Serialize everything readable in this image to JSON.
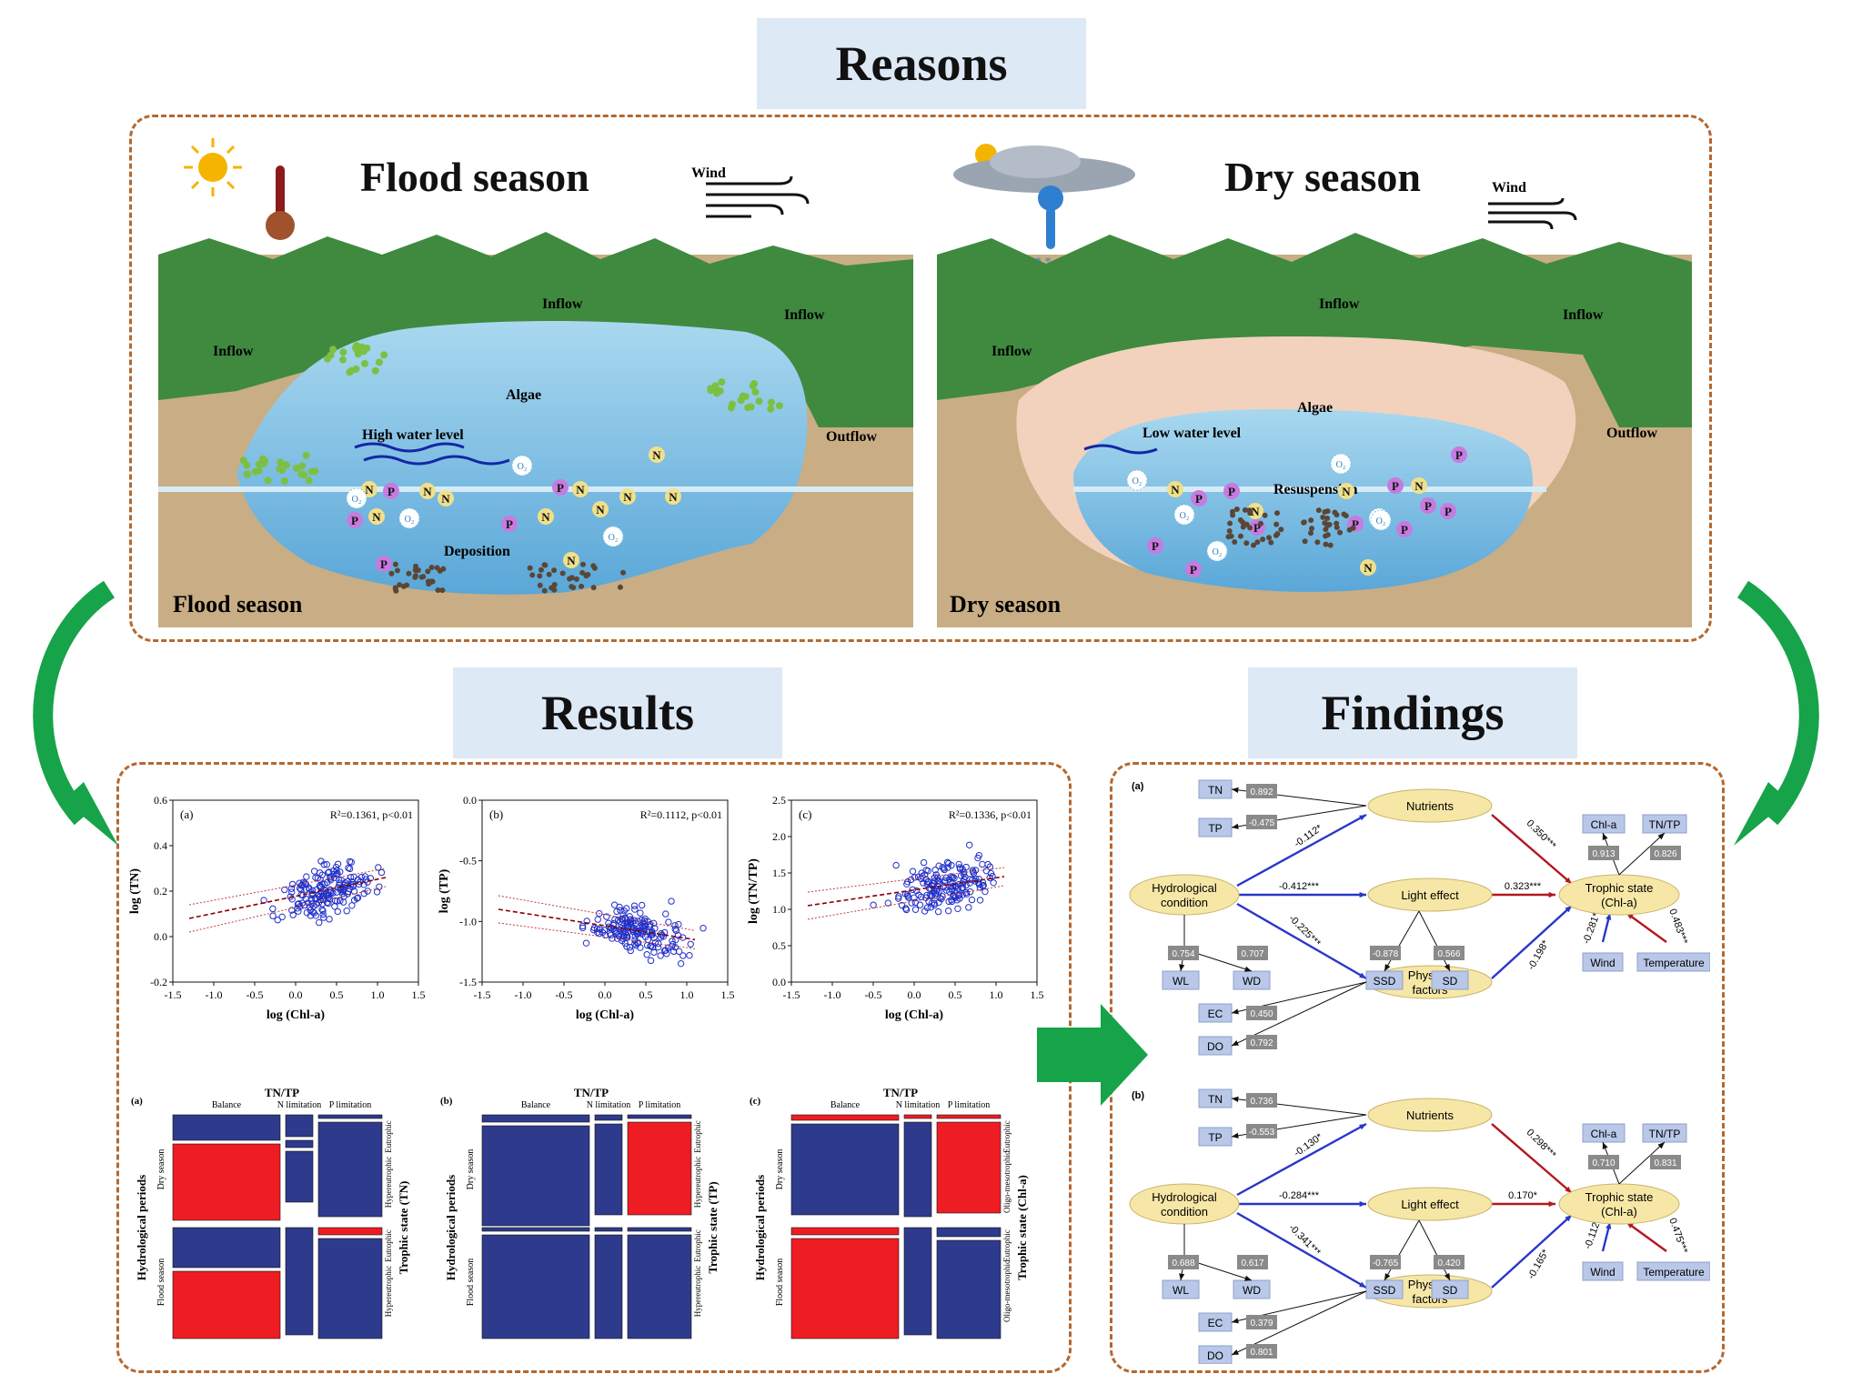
{
  "headers": {
    "reasons": "Reasons",
    "results": "Results",
    "findings": "Findings"
  },
  "flood": {
    "title": "Flood season",
    "corner": "Flood season",
    "wind": "Wind",
    "inflow": "Inflow",
    "outflow": "Outflow",
    "algae": "Algae",
    "water_level": "High water level",
    "process": "Deposition"
  },
  "dry": {
    "title": "Dry season",
    "corner": "Dry season",
    "wind": "Wind",
    "inflow": "Inflow",
    "outflow": "Outflow",
    "algae": "Algae",
    "water_level": "Low water level",
    "process": "Resuspension"
  },
  "colors": {
    "panel_border": "#b5682d",
    "header_bg": "#dde9f5",
    "arrow_green": "#16a34a",
    "mosaic_red": "#ee1d23",
    "mosaic_blue": "#2e3a8c",
    "scatter": "#1f2fc9",
    "node_fill": "#f7e7a6",
    "box_fill": "#b9c7e8",
    "coef_fill": "#8a8a8a"
  },
  "icons": [
    "sun-icon",
    "hot-thermometer-icon",
    "cloud-sun-icon",
    "cold-thermometer-icon",
    "wind-icon"
  ],
  "scatter_plots": [
    {
      "letter": "(a)",
      "r2": "R²=0.1361, p<0.01",
      "ylabel": "log (TN)",
      "xlabel": "log (Chl-a)",
      "yticks": [
        "0.6",
        "0.4",
        "0.2",
        "0.0",
        "-0.2"
      ],
      "xticks": [
        "-1.5",
        "-1.0",
        "-0.5",
        "0.0",
        "0.5",
        "1.0",
        "1.5"
      ]
    },
    {
      "letter": "(b)",
      "r2": "R²=0.1112, p<0.01",
      "ylabel": "log (TP)",
      "xlabel": "log (Chl-a)",
      "yticks": [
        "0.0",
        "-0.5",
        "-1.0",
        "-1.5"
      ],
      "xticks": [
        "-1.5",
        "-1.0",
        "-0.5",
        "0.0",
        "0.5",
        "1.0",
        "1.5"
      ]
    },
    {
      "letter": "(c)",
      "r2": "R²=0.1336, p<0.01",
      "ylabel": "log (TN/TP)",
      "xlabel": "log (Chl-a)",
      "yticks": [
        "2.5",
        "2.0",
        "1.5",
        "1.0",
        "0.5",
        "0.0"
      ],
      "xticks": [
        "-1.5",
        "-1.0",
        "-0.5",
        "0.0",
        "0.5",
        "1.0",
        "1.5"
      ]
    }
  ],
  "chart_data": [
    {
      "type": "scatter",
      "title": "(a)",
      "xlabel": "log (Chl-a)",
      "ylabel": "log (TN)",
      "xlim": [
        -1.5,
        1.5
      ],
      "ylim": [
        -0.2,
        0.6
      ],
      "annotation": "R²=0.1361, p<0.01",
      "trend": {
        "x": [
          -1.3,
          1.1
        ],
        "y": [
          0.08,
          0.26
        ]
      }
    },
    {
      "type": "scatter",
      "title": "(b)",
      "xlabel": "log (Chl-a)",
      "ylabel": "log (TP)",
      "xlim": [
        -1.5,
        1.5
      ],
      "ylim": [
        -1.5,
        0.0
      ],
      "annotation": "R²=0.1112, p<0.01",
      "trend": {
        "x": [
          -1.3,
          1.1
        ],
        "y": [
          -0.9,
          -1.15
        ]
      }
    },
    {
      "type": "scatter",
      "title": "(c)",
      "xlabel": "log (Chl-a)",
      "ylabel": "log (TN/TP)",
      "xlim": [
        -1.5,
        1.5
      ],
      "ylim": [
        0.0,
        2.5
      ],
      "annotation": "R²=0.1336, p<0.01",
      "trend": {
        "x": [
          -1.3,
          1.1
        ],
        "y": [
          1.05,
          1.45
        ]
      }
    }
  ],
  "mosaics": [
    {
      "letter": "(a)",
      "top": "TN/TP",
      "cols": [
        "Balance",
        "N limitation",
        "P limitation"
      ],
      "rows": [
        "Dry season",
        "Flood season"
      ],
      "ylabel": "Hydrological periods",
      "rlabel": "Trophic state (TN)",
      "states": [
        "Eutrophic",
        "Hypereutrophic",
        "Eutrophic",
        "Hypereutrophic"
      ]
    },
    {
      "letter": "(b)",
      "top": "TN/TP",
      "cols": [
        "Balance",
        "N limitation",
        "P limitation"
      ],
      "rows": [
        "Dry season",
        "Flood season"
      ],
      "ylabel": "Hydrological periods",
      "rlabel": "Trophic state (TP)",
      "states": [
        "Eutrophic",
        "Hypereutrophic",
        "Eutrophic",
        "Hypereutrophic"
      ]
    },
    {
      "letter": "(c)",
      "top": "TN/TP",
      "cols": [
        "Balance",
        "N limitation",
        "P limitation"
      ],
      "rows": [
        "Dry season",
        "Flood season"
      ],
      "ylabel": "Hydrological periods",
      "rlabel": "Trophic state (Chl-a)",
      "states": [
        "Eutrophic",
        "Oligo-mesotrophic",
        "Eutrophic",
        "Oligo-mesotrophic"
      ]
    }
  ],
  "sem": [
    {
      "letter": "(a)",
      "hydro": "Hydrological condition",
      "nutrients": "Nutrients",
      "light": "Light effect",
      "physical": "Physical factors",
      "trophic": "Trophic state (Chl-a)",
      "boxes": {
        "tn": "TN",
        "tp": "TP",
        "wl": "WL",
        "wd": "WD",
        "ssd": "SSD",
        "sd": "SD",
        "ec": "EC",
        "do": "DO",
        "chla": "Chl-a",
        "tntp": "TN/TP",
        "wind": "Wind",
        "temp": "Temperature"
      },
      "loadings": {
        "tn": "0.892",
        "tp": "-0.475",
        "wl": "0.754",
        "wd": "0.707",
        "ssd": "-0.878",
        "sd": "0.566",
        "ec": "0.450",
        "do": "0.792",
        "chla": "0.913",
        "tntp": "0.826"
      },
      "paths": {
        "h_n": "-0.112*",
        "h_l": "-0.412***",
        "h_p": "-0.225***",
        "n_t": "0.350***",
        "l_t": "0.323***",
        "p_t": "-0.198*",
        "w_t": "-0.281***",
        "t_t": "0.483***"
      }
    },
    {
      "letter": "(b)",
      "hydro": "Hydrological condition",
      "nutrients": "Nutrients",
      "light": "Light effect",
      "physical": "Physical factors",
      "trophic": "Trophic state (Chl-a)",
      "boxes": {
        "tn": "TN",
        "tp": "TP",
        "wl": "WL",
        "wd": "WD",
        "ssd": "SSD",
        "sd": "SD",
        "ec": "EC",
        "do": "DO",
        "chla": "Chl-a",
        "tntp": "TN/TP",
        "wind": "Wind",
        "temp": "Temperature"
      },
      "loadings": {
        "tn": "0.736",
        "tp": "-0.553",
        "wl": "0.688",
        "wd": "0.617",
        "ssd": "-0.765",
        "sd": "0.420",
        "ec": "0.379",
        "do": "0.801",
        "chla": "0.710",
        "tntp": "0.831"
      },
      "paths": {
        "h_n": "-0.130*",
        "h_l": "-0.284***",
        "h_p": "-0.341***",
        "n_t": "0.298***",
        "l_t": "0.170*",
        "p_t": "-0.165*",
        "w_t": "-0.112*",
        "t_t": "0.475***"
      }
    }
  ]
}
